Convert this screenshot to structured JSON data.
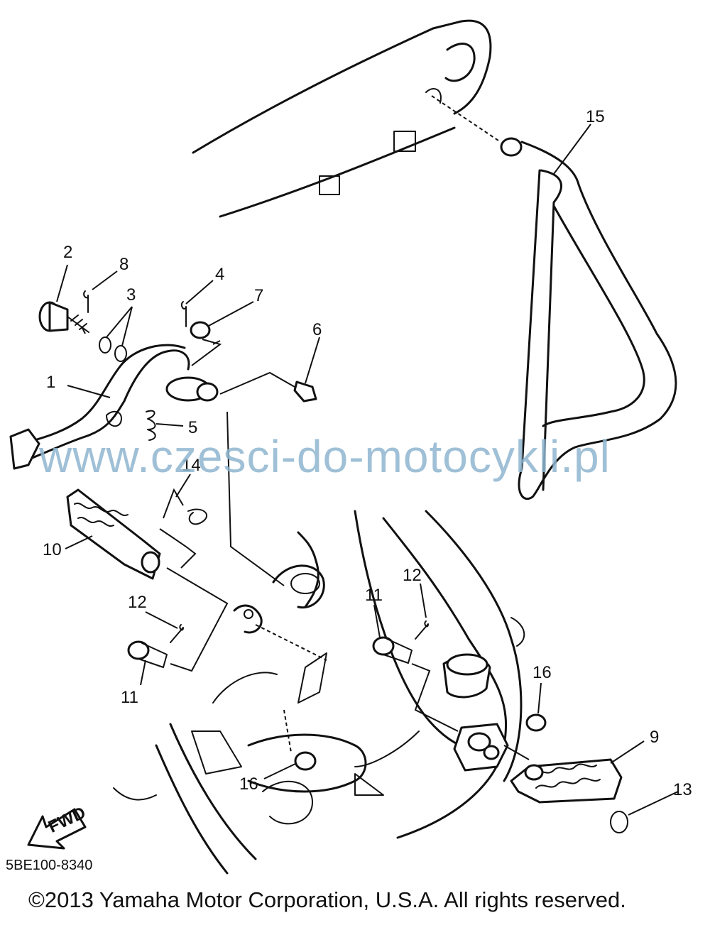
{
  "diagram": {
    "callouts": [
      {
        "label": "1"
      },
      {
        "label": "2"
      },
      {
        "label": "3"
      },
      {
        "label": "4"
      },
      {
        "label": "5"
      },
      {
        "label": "6"
      },
      {
        "label": "7"
      },
      {
        "label": "8"
      },
      {
        "label": "9"
      },
      {
        "label": "10"
      },
      {
        "label": "11"
      },
      {
        "label": "11"
      },
      {
        "label": "12"
      },
      {
        "label": "12"
      },
      {
        "label": "13"
      },
      {
        "label": "14"
      },
      {
        "label": "15"
      },
      {
        "label": "16"
      },
      {
        "label": "16"
      }
    ],
    "fwd_label": "FWD"
  },
  "watermark": "www.czesci-do-motocykli.pl",
  "diagram_code": "5BE100-8340",
  "copyright": "©2013 Yamaha Motor Corporation, U.S.A. All rights reserved."
}
